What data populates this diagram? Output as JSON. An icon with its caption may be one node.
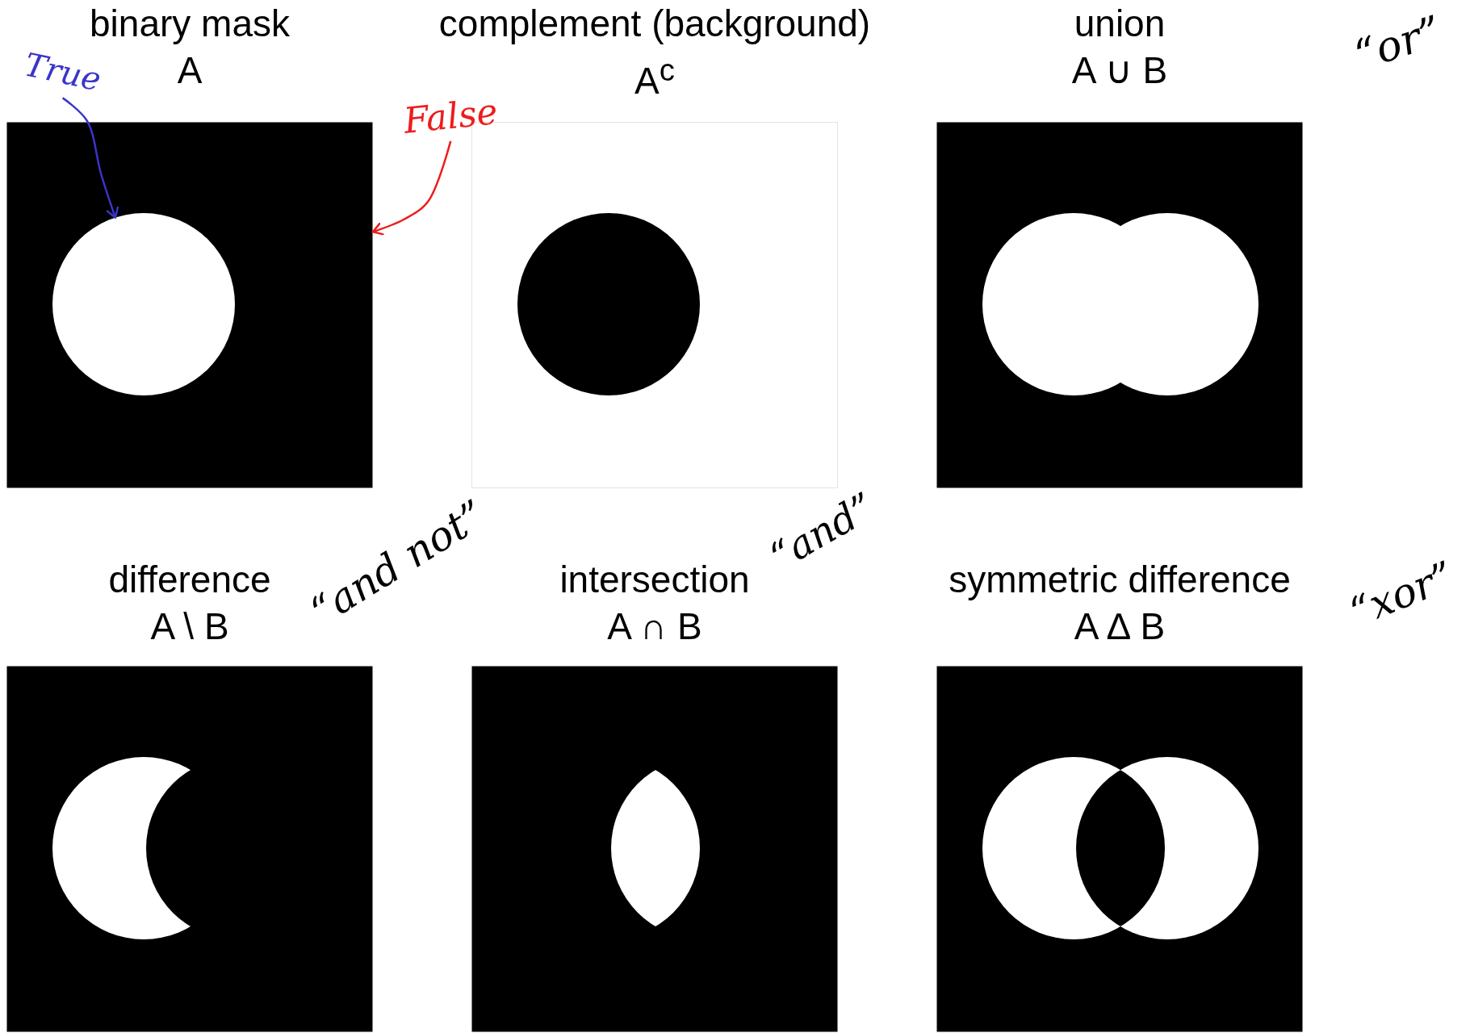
{
  "diagram": {
    "nodes": [
      {
        "text": [
          "binary mask",
          "A"
        ]
      },
      {
        "text": [
          "complement (background)",
          "A$^{c}$"
        ]
      },
      {
        "text": [
          "union",
          "A ∪ B"
        ]
      },
      {
        "text": [
          "difference",
          "A \\ B"
        ]
      },
      {
        "text": [
          "intersection",
          "A ∩ B"
        ]
      },
      {
        "text": [
          "symmetric difference",
          "A ∆ B"
        ]
      },
      {
        "text": [
          "True"
        ]
      },
      {
        "text": [
          "False"
        ]
      },
      {
        "text": [],
        "shape": "circle",
        "in": 0
      }
    ],
    "edges": [
      {
        "from": 6,
        "to": 8,
        "arrow": "to",
        "color": "#3a35c8"
      },
      {
        "from": 7,
        "to": 0,
        "arrow": "to",
        "color": "#ee1c1c"
      }
    ],
    "labels": [
      "“or”",
      "“and not”",
      "“and”",
      "“xor”"
    ]
  }
}
